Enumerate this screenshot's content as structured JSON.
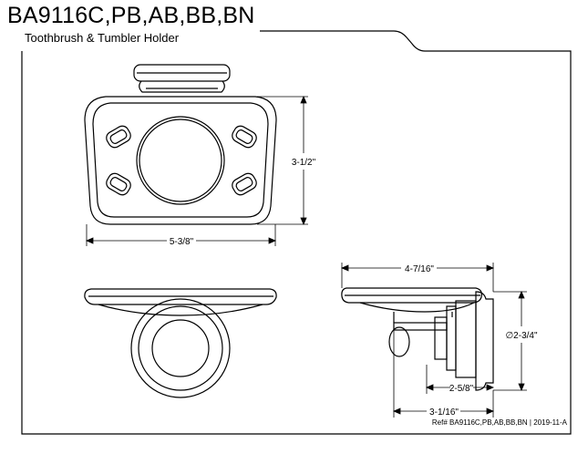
{
  "header": {
    "model": "BA9116C,PB,AB,BB,BN",
    "product_name": "Toothbrush & Tumbler Holder"
  },
  "dimensions": {
    "width": "5-3/8\"",
    "height": "3-1/2\"",
    "depth_overall": "4-7/16\"",
    "flange_diameter": "∅2-3/4\"",
    "projection_short": "2-5/8\"",
    "projection_long": "3-1/16\""
  },
  "footer": {
    "reference": "Ref# BA9116C,PB,AB,BB,BN | 2019-11-A"
  }
}
